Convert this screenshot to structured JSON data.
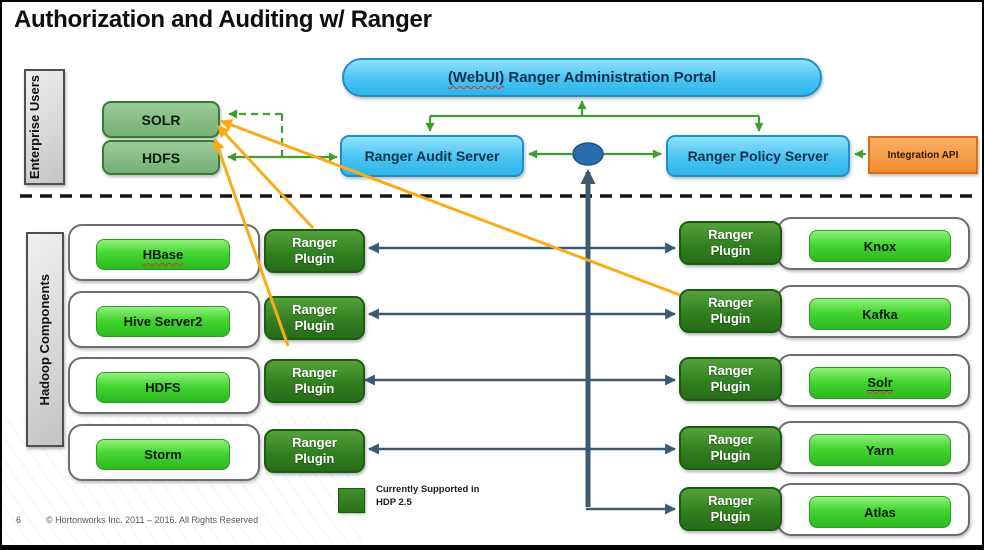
{
  "title": "Authorization and Auditing w/ Ranger",
  "page_number": "6",
  "footer_text": "© Hortonworks Inc. 2011 – 2016. All Rights Reserved",
  "side_labels": {
    "enterprise": "Enterprise Users",
    "hadoop": "Hadoop Components"
  },
  "portal": {
    "prefix": "(WebUI)",
    "rest": " Ranger Administration Portal"
  },
  "audit_server": "Ranger Audit Server",
  "policy_server": "Ranger Policy Server",
  "integration_api": "Integration API",
  "audit_stores": {
    "solr": "SOLR",
    "hdfs": "HDFS"
  },
  "plugin": {
    "line1": "Ranger",
    "line2": "Plugin"
  },
  "left_components": [
    {
      "label": "HBase"
    },
    {
      "label": "Hive Server2"
    },
    {
      "label": "HDFS"
    },
    {
      "label": "Storm"
    }
  ],
  "right_components": [
    {
      "label": "Knox"
    },
    {
      "label": "Kafka"
    },
    {
      "label": "Solr"
    },
    {
      "label": "Yarn"
    },
    {
      "label": "Atlas"
    }
  ],
  "legend": {
    "line1": "Currently Supported in",
    "line2": "HDP 2.5"
  },
  "colors": {
    "blue_box": "#49c3f1",
    "plugin_green": "#2f7d1f",
    "chip_green": "#44d631",
    "store_green": "#74b174",
    "integration_orange": "#f28c30",
    "arrow_green": "#3f9e2f",
    "arrow_orange": "#fbab18",
    "arrow_slate": "#3d5a73",
    "ellipse_blue": "#2a6fad"
  }
}
